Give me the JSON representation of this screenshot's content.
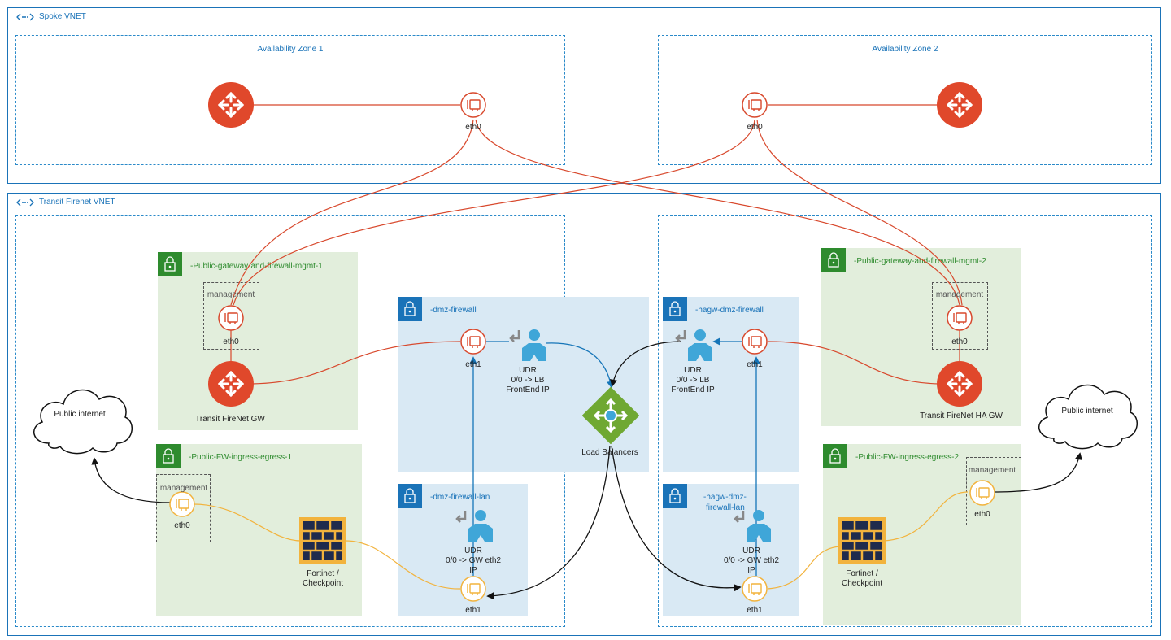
{
  "vnets": {
    "spoke": "Spoke VNET",
    "transit": "Transit Firenet VNET"
  },
  "zones": {
    "az1": "Availability Zone 1",
    "az2": "Availability Zone 2"
  },
  "subnets": {
    "mgmt1": "-Public-gateway-and-firewall-mgmt-1",
    "mgmt2": "-Public-gateway-and-firewall-mgmt-2",
    "dmz_fw": "-dmz-firewall",
    "hagw_dmz_fw": "-hagw-dmz-firewall",
    "dmz_fw_lan": "-dmz-firewall-lan",
    "hagw_dmz_fw_lan_1": "-hagw-dmz-",
    "hagw_dmz_fw_lan_2": "firewall-lan",
    "ingress1": "-Public-FW-ingress-egress-1",
    "ingress2": "-Public-FW-ingress-egress-2"
  },
  "labels": {
    "eth0": "eth0",
    "eth1": "eth1",
    "management": "management",
    "transit_gw": "Transit FireNet GW",
    "transit_ha_gw": "Transit FireNet HA GW",
    "public_internet": "Public internet",
    "load_balancers": "Load Balancers",
    "fw_1": "Fortinet /",
    "fw_2": "Checkpoint",
    "udr": "UDR",
    "udr_lb_1": "0/0 -> LB",
    "udr_lb_2": "FrontEnd IP",
    "udr_gw_1": "0/0 -> GW eth2",
    "udr_gw_2": "IP"
  },
  "colors": {
    "router": "#e0482b",
    "nic_red": "#d8482c",
    "nic_orange": "#f2b33d",
    "link_red": "#d8482c",
    "link_orange": "#f2b33d",
    "link_blue": "#1575b8",
    "link_black": "#111111",
    "lb_green": "#6fa832",
    "udr_blue": "#3fa6d8",
    "firewall_gold": "#f2b33d",
    "firewall_navy": "#1f2b4d"
  },
  "icons": {
    "router": "router-icon",
    "nic": "network-interface-icon",
    "lock": "lock-icon",
    "udr": "user-route-icon",
    "lb": "load-balancer-icon",
    "firewall": "firewall-icon",
    "cloud": "cloud-icon",
    "vnet": "vnet-icon"
  }
}
